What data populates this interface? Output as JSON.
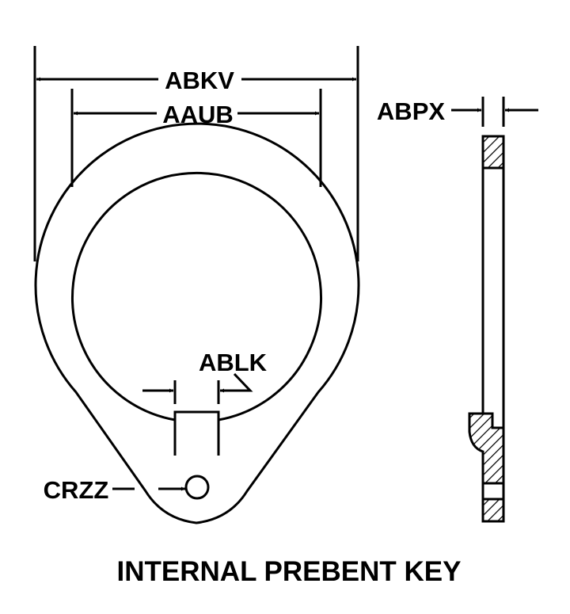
{
  "labels": {
    "abkv": "ABKV",
    "aaub": "AAUB",
    "abpx": "ABPX",
    "ablk": "ABLK",
    "crzz": "CRZZ"
  },
  "title": "INTERNAL PREBENT KEY",
  "colors": {
    "line": "#000000",
    "background": "#ffffff"
  }
}
